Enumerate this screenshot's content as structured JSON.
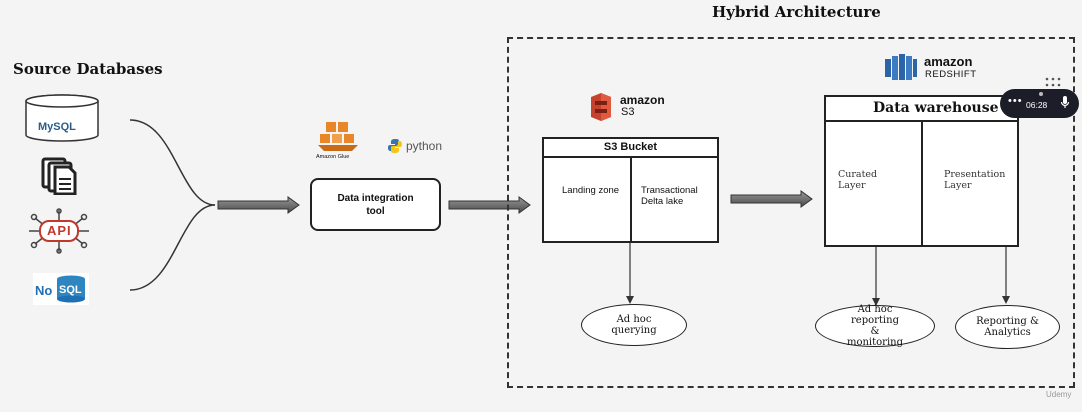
{
  "titles": {
    "hybrid_architecture": "Hybrid Architecture",
    "source_databases": "Source Databases"
  },
  "sources": {
    "mysql": "MySQL",
    "api": "API",
    "nosql_no": "No",
    "nosql_sql": "SQL"
  },
  "tools": {
    "aws_glue": "Amazon Glue",
    "python": "python",
    "data_integration": "Data integration tool"
  },
  "s3": {
    "brand_top": "amazon",
    "brand_bottom": "S3",
    "bucket_title": "S3 Bucket",
    "landing_zone": "Landing zone",
    "transactional_delta": "Transactional Delta lake",
    "adhoc_querying": "Ad hoc querying"
  },
  "redshift": {
    "brand_top": "amazon",
    "brand_bottom": "REDSHIFT",
    "warehouse_title": "Data warehouse",
    "curated_layer": "Curated Layer",
    "presentation_layer": "Presentation Layer",
    "adhoc_reporting": "Ad hoc reporting & monitoring",
    "reporting_analytics": "Reporting & Analytics"
  },
  "player": {
    "time": "06:28"
  },
  "watermark": "Udemy",
  "colors": {
    "aws_orange": "#e8872a",
    "s3_red": "#c7412f",
    "redshift_blue": "#2b65a8",
    "api_red": "#c0392b",
    "nosql_blue": "#1f6fb5"
  }
}
